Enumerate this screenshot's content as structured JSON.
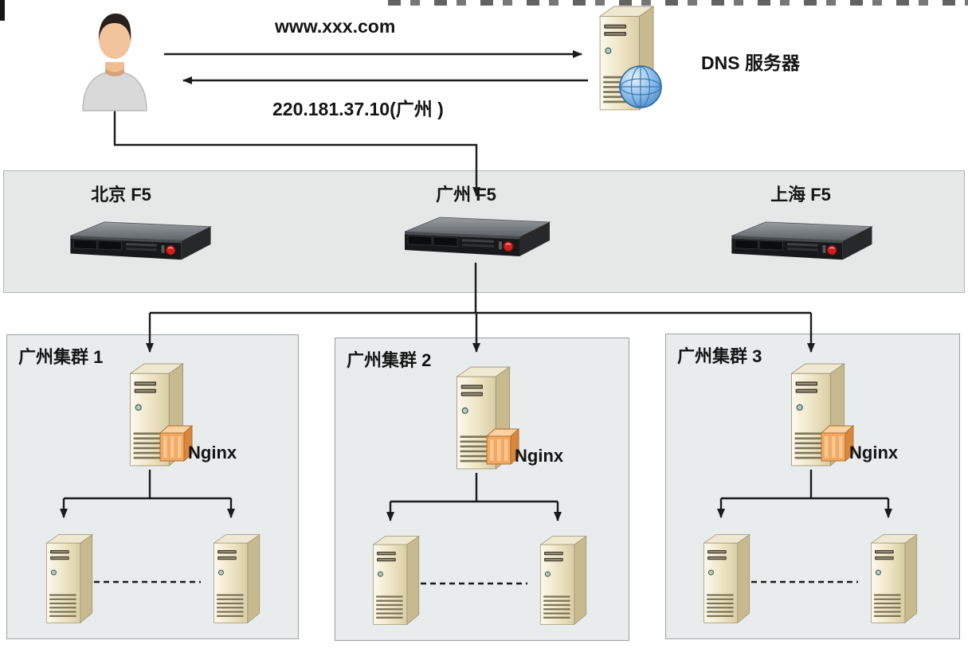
{
  "flow": {
    "request_label": "www.xxx.com",
    "response_label": "220.181.37.10(广州 )",
    "dns_label": "DNS 服务器"
  },
  "f5_layer": {
    "nodes": [
      {
        "label": "北京 F5"
      },
      {
        "label": "广州 F5"
      },
      {
        "label": "上海 F5"
      }
    ]
  },
  "clusters": [
    {
      "label": "广州集群 1",
      "proxy_label": "Nginx"
    },
    {
      "label": "广州集群 2",
      "proxy_label": "Nginx"
    },
    {
      "label": "广州集群 3",
      "proxy_label": "Nginx"
    }
  ],
  "edges": [
    {
      "from": "user",
      "to": "dns-server"
    },
    {
      "from": "dns-server",
      "to": "user"
    },
    {
      "from": "user",
      "to": "guangzhou-f5"
    },
    {
      "from": "guangzhou-f5",
      "to": "cluster-1"
    },
    {
      "from": "guangzhou-f5",
      "to": "cluster-2"
    },
    {
      "from": "guangzhou-f5",
      "to": "cluster-3"
    },
    {
      "from": "cluster-nginx",
      "to": "cluster-web-servers"
    }
  ],
  "icons": {
    "user": "person-icon",
    "dns": "tower-server-globe-icon",
    "f5": "rack-server-icon",
    "nginx": "tower-server-nginx-icon",
    "web": "tower-server-icon"
  },
  "colors": {
    "arrow": "#1b1b1b",
    "band_bg": "#e6e8e8",
    "cluster_bg": "#e9eced",
    "server_beige": "#e6dcb8",
    "nginx_orange": "#f3a966",
    "globe_blue": "#4f93d2",
    "rack_dark": "#17181a",
    "f5_badge_red": "#cf1f1f"
  }
}
